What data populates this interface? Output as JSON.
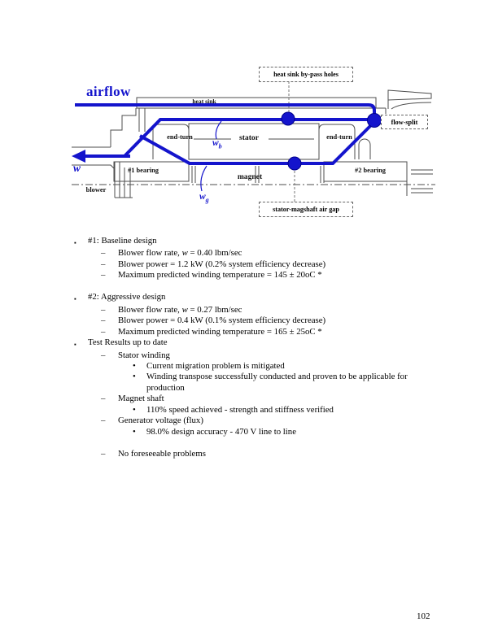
{
  "diagram": {
    "labels": {
      "airflow": "airflow",
      "heat_sink": "heat sink",
      "bypass_holes": "heat sink by-pass holes",
      "flow_split": "flow-split",
      "end_turn_left": "end-turn",
      "stator": "stator",
      "end_turn_right": "end-turn",
      "bearing_1": "#1 bearing",
      "bearing_2": "#2 bearing",
      "magnet": "magnet",
      "blower": "blower",
      "air_gap": "stator-magshaft air gap",
      "w": "w",
      "w_b_base": "w",
      "w_b_sub": "b",
      "w_g_base": "w",
      "w_g_sub": "g"
    },
    "colors": {
      "flow": "#1414cc",
      "drawing": "#4d4d4d"
    }
  },
  "bullets": [
    {
      "level": 1,
      "marker": "▪",
      "gap": false,
      "parts": [
        {
          "t": "#1:  Baseline design"
        }
      ]
    },
    {
      "level": 2,
      "marker": "–",
      "gap": false,
      "parts": [
        {
          "t": "Blower flow rate, "
        },
        {
          "t": "w",
          "i": true
        },
        {
          "t": " = 0.40 lbm/sec"
        }
      ]
    },
    {
      "level": 2,
      "marker": "–",
      "gap": false,
      "parts": [
        {
          "t": "Blower power = 1.2 kW  (0.2% system efficiency decrease)"
        }
      ]
    },
    {
      "level": 2,
      "marker": "–",
      "gap": false,
      "parts": [
        {
          "t": "Maximum predicted winding temperature = 145 ± 20oC *"
        }
      ]
    },
    {
      "level": 1,
      "marker": "▪",
      "gap": true,
      "parts": [
        {
          "t": "#2:  Aggressive design"
        }
      ]
    },
    {
      "level": 2,
      "marker": "–",
      "gap": false,
      "parts": [
        {
          "t": "Blower flow rate, "
        },
        {
          "t": "w",
          "i": true
        },
        {
          "t": " = 0.27 lbm/sec"
        }
      ]
    },
    {
      "level": 2,
      "marker": "–",
      "gap": false,
      "parts": [
        {
          "t": "Blower power = 0.4 kW  (0.1% system efficiency decrease)"
        }
      ]
    },
    {
      "level": 2,
      "marker": "–",
      "gap": false,
      "parts": [
        {
          "t": "Maximum predicted winding temperature = 165 ± 25oC *"
        }
      ]
    },
    {
      "level": 1,
      "marker": "▪",
      "gap": false,
      "parts": [
        {
          "t": "Test Results up to date"
        }
      ]
    },
    {
      "level": 2,
      "marker": "–",
      "gap": false,
      "parts": [
        {
          "t": "Stator winding"
        }
      ]
    },
    {
      "level": 3,
      "marker": "•",
      "gap": false,
      "parts": [
        {
          "t": "Current migration problem is mitigated"
        }
      ]
    },
    {
      "level": 3,
      "marker": "•",
      "gap": false,
      "parts": [
        {
          "t": "Winding transpose successfully conducted and proven to be applicable for production"
        }
      ]
    },
    {
      "level": 2,
      "marker": "–",
      "gap": false,
      "parts": [
        {
          "t": "Magnet shaft"
        }
      ]
    },
    {
      "level": 3,
      "marker": "•",
      "gap": false,
      "parts": [
        {
          "t": "110% speed achieved - strength and stiffness verified"
        }
      ]
    },
    {
      "level": 2,
      "marker": "–",
      "gap": false,
      "parts": [
        {
          "t": "Generator voltage (flux)"
        }
      ]
    },
    {
      "level": 3,
      "marker": "•",
      "gap": false,
      "parts": [
        {
          "t": "98.0% design accuracy - 470 V line to line"
        }
      ]
    },
    {
      "level": 2,
      "marker": "–",
      "gap": true,
      "parts": [
        {
          "t": "No foreseeable problems"
        }
      ]
    }
  ],
  "page": {
    "number": "102"
  }
}
